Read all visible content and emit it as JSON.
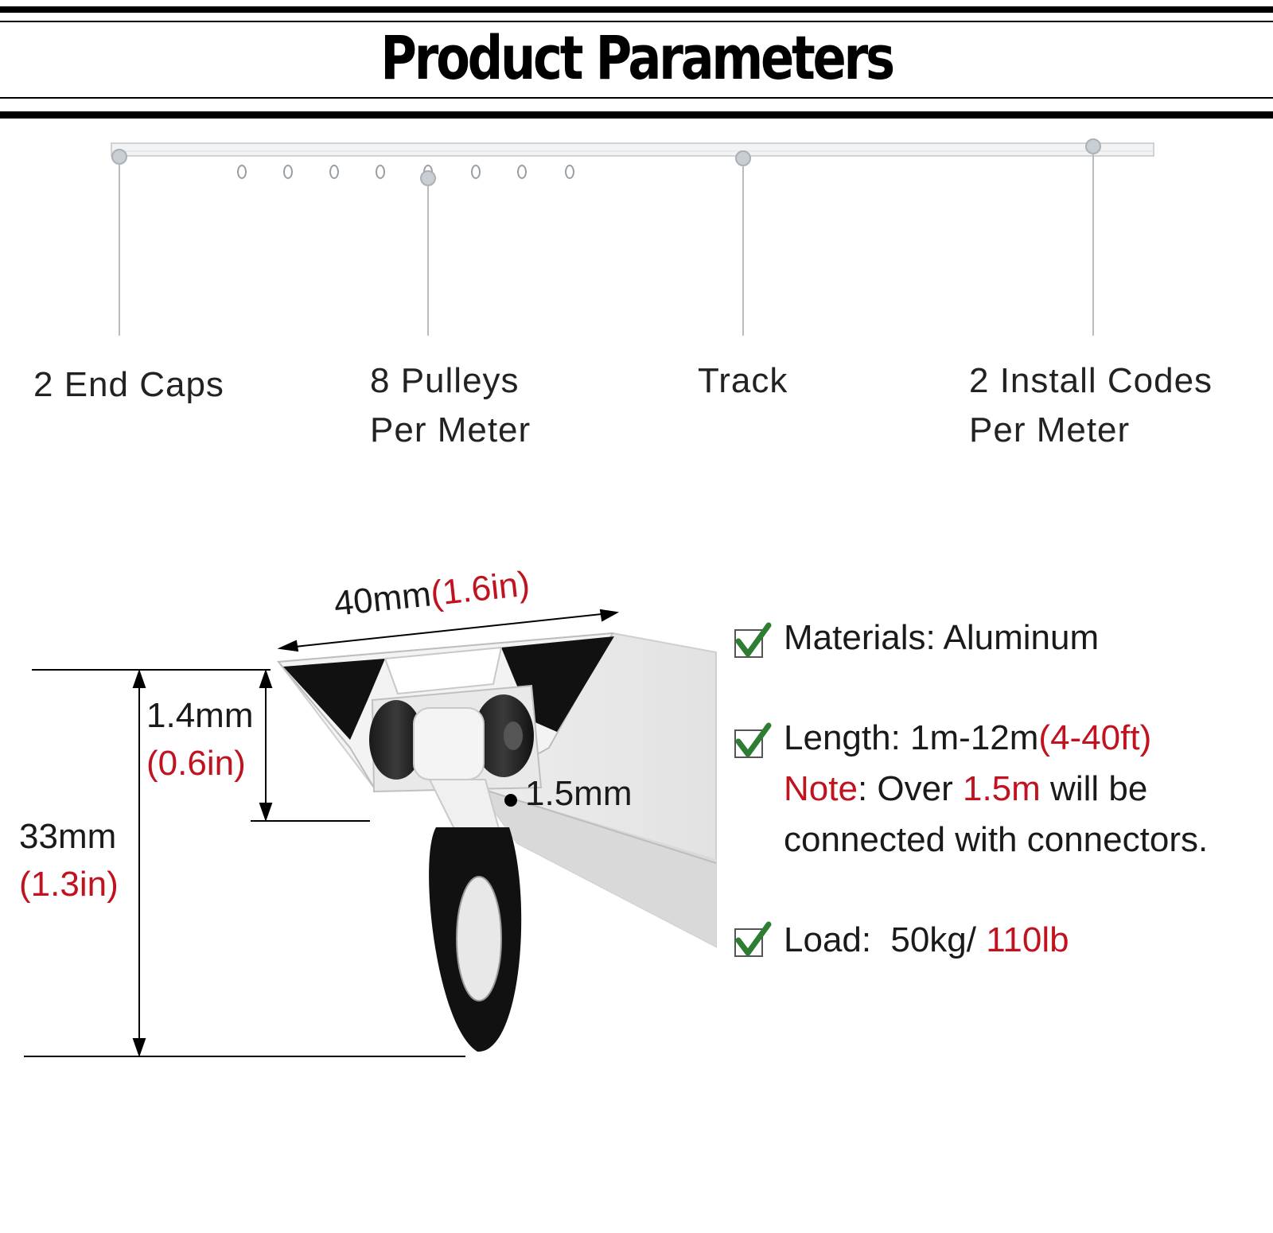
{
  "header": {
    "title": "Product Parameters"
  },
  "parts": [
    {
      "line1": "2 End Caps",
      "line2": ""
    },
    {
      "line1": "8 Pulleys",
      "line2": "Per Meter"
    },
    {
      "line1": "Track",
      "line2": ""
    },
    {
      "line1": "2 Install Codes",
      "line2": "Per Meter"
    }
  ],
  "dimensions": {
    "width_mm": "40mm",
    "width_in": "(1.6in)",
    "depth_mm": "1.4mm",
    "depth_in": "(0.6in)",
    "gap_mm": "1.5mm",
    "height_mm": "33mm",
    "height_in": "(1.3in)"
  },
  "specs": {
    "materials": {
      "label": "Materials:",
      "value": "Aluminum"
    },
    "length": {
      "label": "Length:",
      "value": "1m-12m",
      "value_alt": "(4-40ft)",
      "note_label": "Note",
      "note_text_1": ": Over ",
      "note_highlight": "1.5m",
      "note_text_2": " will be",
      "note_line3": "connected with connectors."
    },
    "load": {
      "label": "Load:",
      "value": "50kg/",
      "value_alt": "110lb"
    }
  },
  "colors": {
    "accent_red": "#c1121f",
    "check_green": "#2e7d32",
    "rule_black": "#000000"
  },
  "icons": [
    "checkbox-check-icon"
  ]
}
